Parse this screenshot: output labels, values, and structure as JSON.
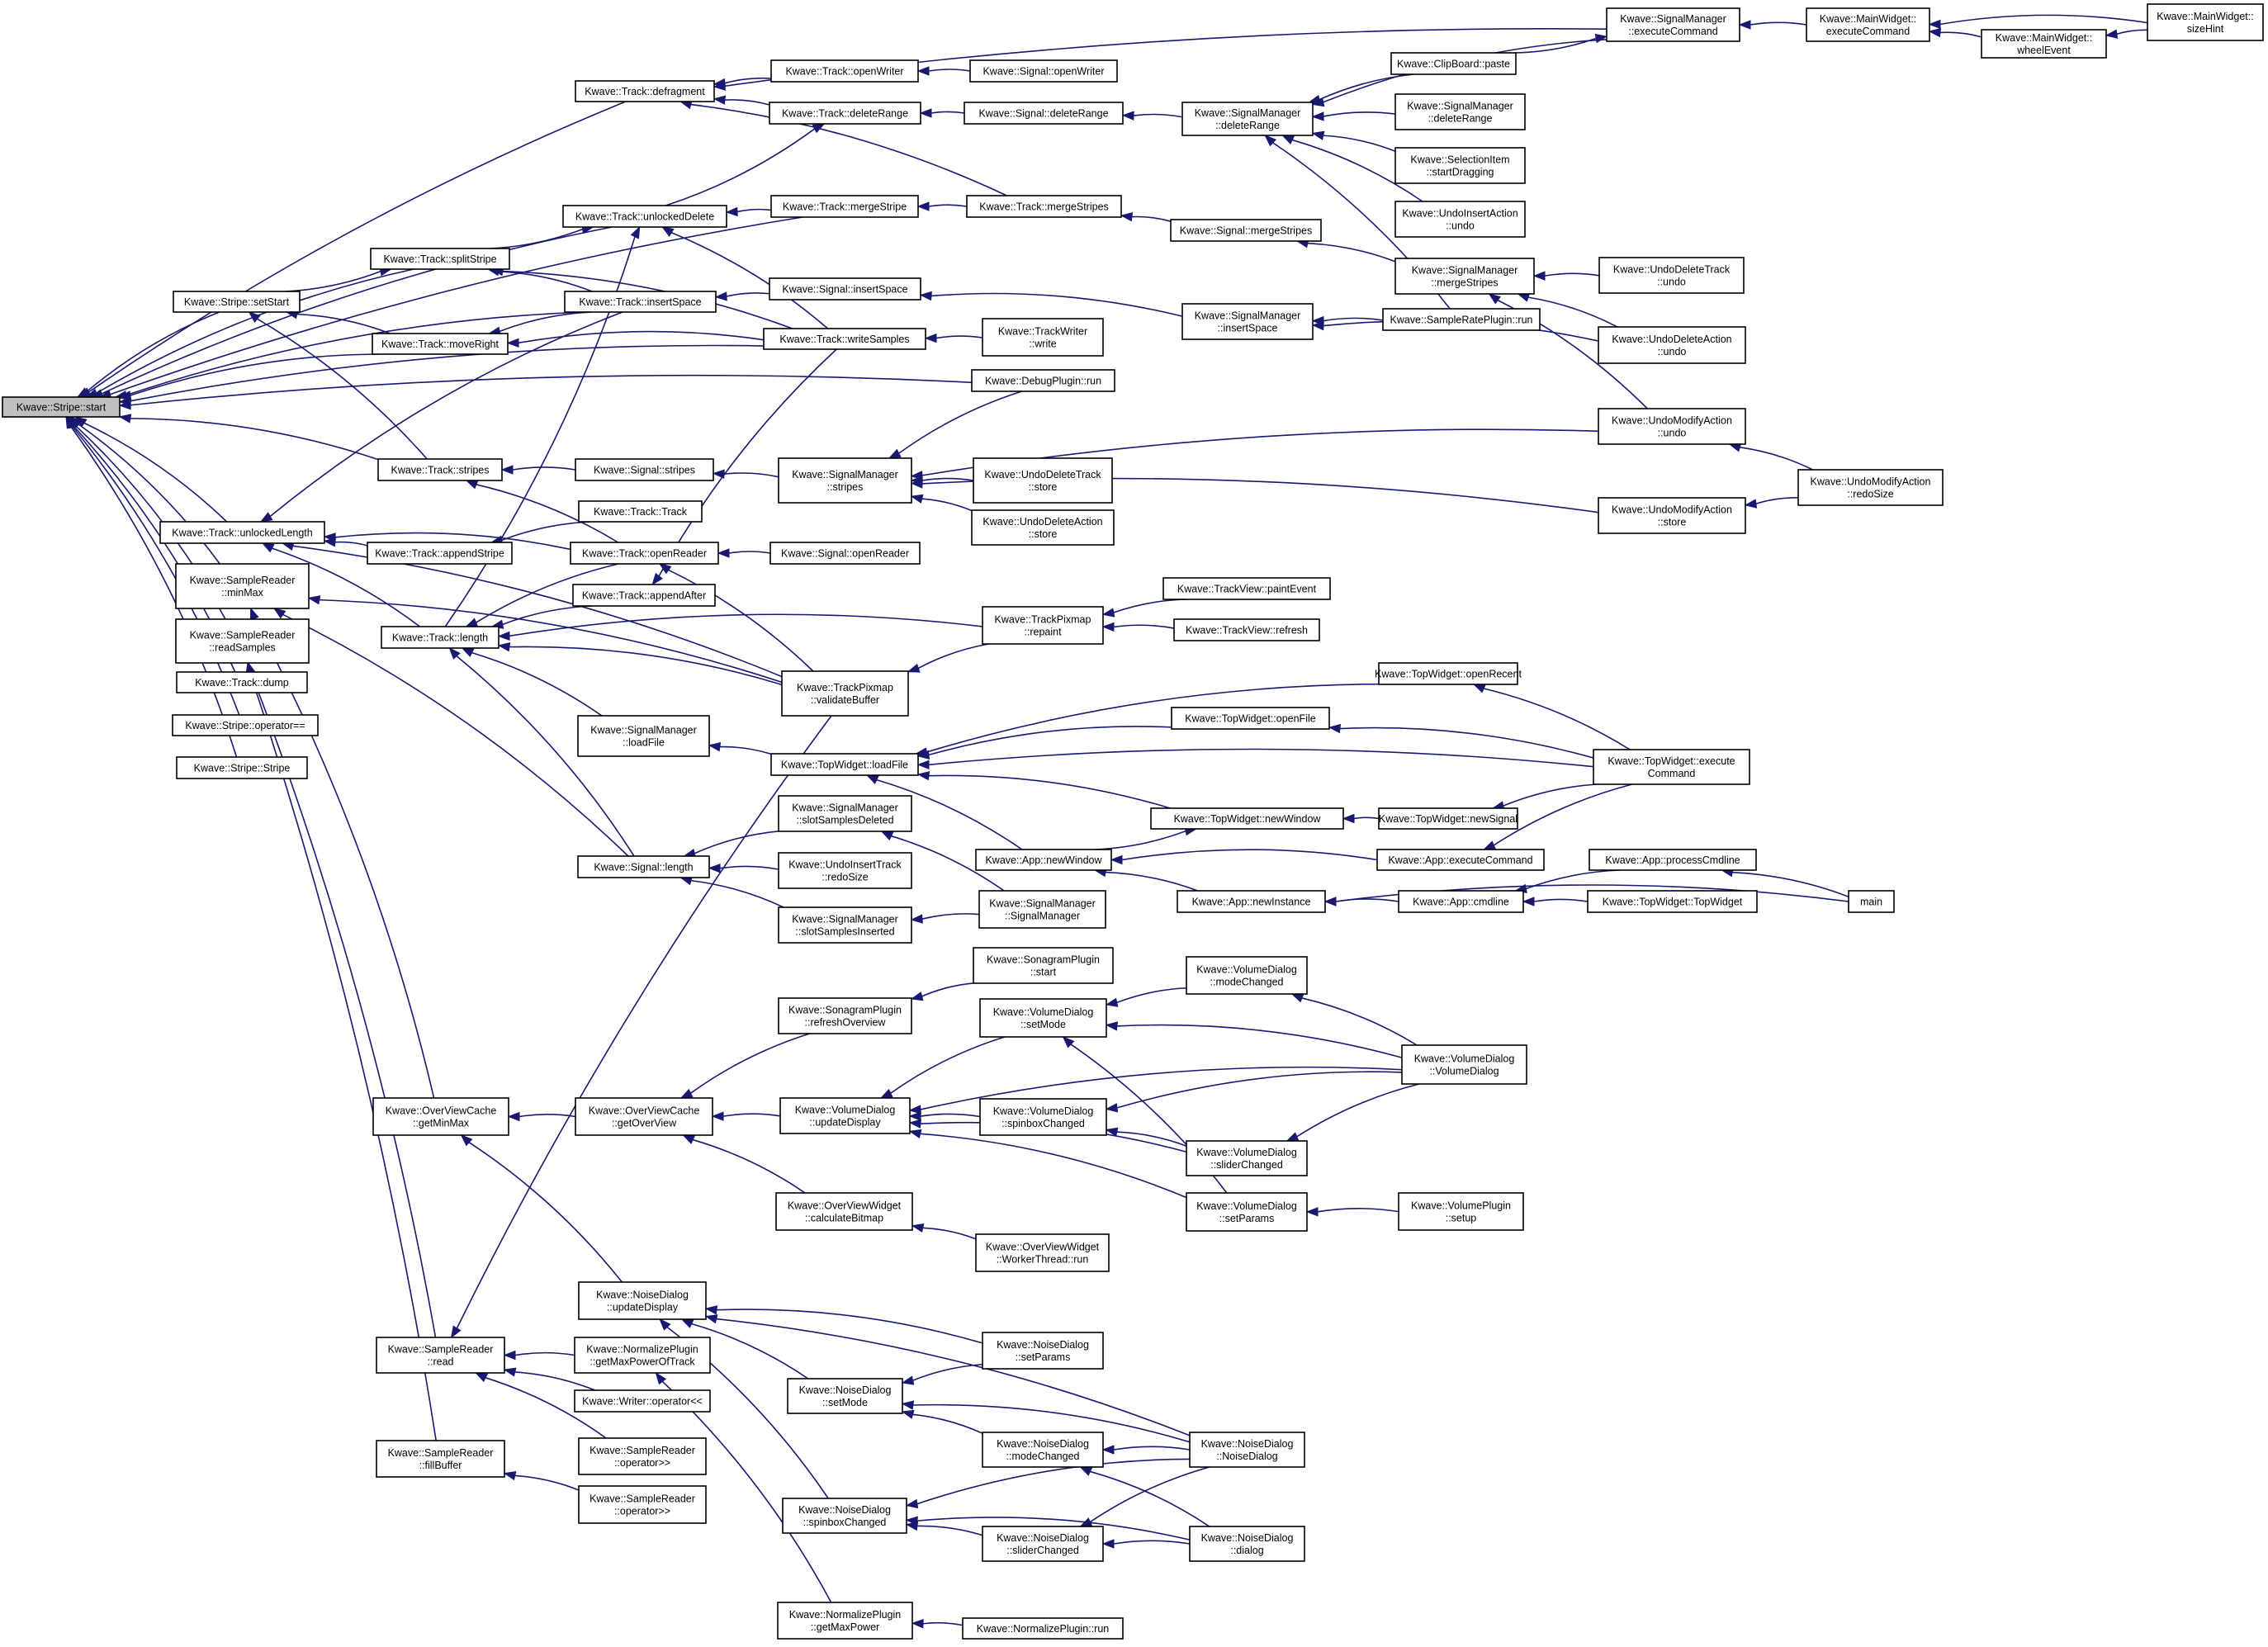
{
  "root": "start",
  "nodes": [
    {
      "id": "start",
      "lines": [
        "Kwave::Stripe::start"
      ]
    },
    {
      "id": "defragment",
      "lines": [
        "Kwave::Track::defragment"
      ]
    },
    {
      "id": "unlockedDelete",
      "lines": [
        "Kwave::Track::unlockedDelete"
      ]
    },
    {
      "id": "splitStripe",
      "lines": [
        "Kwave::Track::splitStripe"
      ]
    },
    {
      "id": "setStart",
      "lines": [
        "Kwave::Stripe::setStart"
      ]
    },
    {
      "id": "insertSpaceT",
      "lines": [
        "Kwave::Track::insertSpace"
      ]
    },
    {
      "id": "moveRight",
      "lines": [
        "Kwave::Track::moveRight"
      ]
    },
    {
      "id": "stripesT",
      "lines": [
        "Kwave::Track::stripes"
      ]
    },
    {
      "id": "unlockedLength",
      "lines": [
        "Kwave::Track::unlockedLength"
      ]
    },
    {
      "id": "appendStripe",
      "lines": [
        "Kwave::Track::appendStripe"
      ]
    },
    {
      "id": "trackTrack",
      "lines": [
        "Kwave::Track::Track"
      ]
    },
    {
      "id": "openReaderT",
      "lines": [
        "Kwave::Track::openReader"
      ]
    },
    {
      "id": "minMax",
      "lines": [
        "Kwave::SampleReader",
        "::minMax"
      ]
    },
    {
      "id": "appendAfter",
      "lines": [
        "Kwave::Track::appendAfter"
      ]
    },
    {
      "id": "lengthT",
      "lines": [
        "Kwave::Track::length"
      ]
    },
    {
      "id": "readSamples",
      "lines": [
        "Kwave::SampleReader",
        "::readSamples"
      ]
    },
    {
      "id": "dump",
      "lines": [
        "Kwave::Track::dump"
      ]
    },
    {
      "id": "opEq",
      "lines": [
        "Kwave::Stripe::operator=="
      ]
    },
    {
      "id": "stripeCtor",
      "lines": [
        "Kwave::Stripe::Stripe"
      ]
    },
    {
      "id": "openWriterT",
      "lines": [
        "Kwave::Track::openWriter"
      ]
    },
    {
      "id": "openWriterS",
      "lines": [
        "Kwave::Signal::openWriter"
      ]
    },
    {
      "id": "deleteRangeT",
      "lines": [
        "Kwave::Track::deleteRange"
      ]
    },
    {
      "id": "deleteRangeS",
      "lines": [
        "Kwave::Signal::deleteRange"
      ]
    },
    {
      "id": "mergeStripeT",
      "lines": [
        "Kwave::Track::mergeStripe"
      ]
    },
    {
      "id": "mergeStripesT",
      "lines": [
        "Kwave::Track::mergeStripes"
      ]
    },
    {
      "id": "mergeStripesS",
      "lines": [
        "Kwave::Signal::mergeStripes"
      ]
    },
    {
      "id": "insertSpaceS",
      "lines": [
        "Kwave::Signal::insertSpace"
      ]
    },
    {
      "id": "writeSamples",
      "lines": [
        "Kwave::Track::writeSamples"
      ]
    },
    {
      "id": "twWrite",
      "lines": [
        "Kwave::TrackWriter",
        "::write"
      ]
    },
    {
      "id": "debugRun",
      "lines": [
        "Kwave::DebugPlugin::run"
      ]
    },
    {
      "id": "stripesS",
      "lines": [
        "Kwave::Signal::stripes"
      ]
    },
    {
      "id": "smStripes",
      "lines": [
        "Kwave::SignalManager",
        "::stripes"
      ]
    },
    {
      "id": "udtStore",
      "lines": [
        "Kwave::UndoDeleteTrack",
        "::store"
      ]
    },
    {
      "id": "udaStore",
      "lines": [
        "Kwave::UndoDeleteAction",
        "::store"
      ]
    },
    {
      "id": "openReaderS",
      "lines": [
        "Kwave::Signal::openReader"
      ]
    },
    {
      "id": "tpRepaint",
      "lines": [
        "Kwave::TrackPixmap",
        "::repaint"
      ]
    },
    {
      "id": "tvPaint",
      "lines": [
        "Kwave::TrackView::paintEvent"
      ]
    },
    {
      "id": "tvRefresh",
      "lines": [
        "Kwave::TrackView::refresh"
      ]
    },
    {
      "id": "tpValidate",
      "lines": [
        "Kwave::TrackPixmap",
        "::validateBuffer"
      ]
    },
    {
      "id": "smLoadFile",
      "lines": [
        "Kwave::SignalManager",
        "::loadFile"
      ]
    },
    {
      "id": "twLoadFile",
      "lines": [
        "Kwave::TopWidget::loadFile"
      ]
    },
    {
      "id": "smDeleteRange",
      "lines": [
        "Kwave::SignalManager",
        "::deleteRange"
      ]
    },
    {
      "id": "smExecute",
      "lines": [
        "Kwave::SignalManager",
        "::executeCommand"
      ]
    },
    {
      "id": "mwExecute",
      "lines": [
        "Kwave::MainWidget::",
        "executeCommand"
      ]
    },
    {
      "id": "mwSizeHint",
      "lines": [
        "Kwave::MainWidget::",
        "sizeHint"
      ]
    },
    {
      "id": "mwWheel",
      "lines": [
        "Kwave::MainWidget::",
        "wheelEvent"
      ]
    },
    {
      "id": "clipPaste",
      "lines": [
        "Kwave::ClipBoard::paste"
      ]
    },
    {
      "id": "smDeleteRange2",
      "lines": [
        "Kwave::SignalManager",
        "::deleteRange"
      ]
    },
    {
      "id": "selStartDrag",
      "lines": [
        "Kwave::SelectionItem",
        "::startDragging"
      ]
    },
    {
      "id": "uiaUndo",
      "lines": [
        "Kwave::UndoInsertAction",
        "::undo"
      ]
    },
    {
      "id": "smMergeStripes",
      "lines": [
        "Kwave::SignalManager",
        "::mergeStripes"
      ]
    },
    {
      "id": "udtUndo",
      "lines": [
        "Kwave::UndoDeleteTrack",
        "::undo"
      ]
    },
    {
      "id": "smInsertSpace",
      "lines": [
        "Kwave::SignalManager",
        "::insertSpace"
      ]
    },
    {
      "id": "srRun",
      "lines": [
        "Kwave::SampleRatePlugin::run"
      ]
    },
    {
      "id": "udaUndo",
      "lines": [
        "Kwave::UndoDeleteAction",
        "::undo"
      ]
    },
    {
      "id": "umaUndo",
      "lines": [
        "Kwave::UndoModifyAction",
        "::undo"
      ]
    },
    {
      "id": "umaRedoSize",
      "lines": [
        "Kwave::UndoModifyAction",
        "::redoSize"
      ]
    },
    {
      "id": "umaStore",
      "lines": [
        "Kwave::UndoModifyAction",
        "::store"
      ]
    },
    {
      "id": "twOpenRecent",
      "lines": [
        "Kwave::TopWidget::openRecent"
      ]
    },
    {
      "id": "twOpenFile",
      "lines": [
        "Kwave::TopWidget::openFile"
      ]
    },
    {
      "id": "twExecute",
      "lines": [
        "Kwave::TopWidget::execute",
        "Command"
      ]
    },
    {
      "id": "twNewWindow",
      "lines": [
        "Kwave::TopWidget::newWindow"
      ]
    },
    {
      "id": "twNewSignal",
      "lines": [
        "Kwave::TopWidget::newSignal"
      ]
    },
    {
      "id": "appNewWindow",
      "lines": [
        "Kwave::App::newWindow"
      ]
    },
    {
      "id": "appExecute",
      "lines": [
        "Kwave::App::executeCommand"
      ]
    },
    {
      "id": "appNewInstance",
      "lines": [
        "Kwave::App::newInstance"
      ]
    },
    {
      "id": "appCmdline",
      "lines": [
        "Kwave::App::cmdline"
      ]
    },
    {
      "id": "appProcessCmdline",
      "lines": [
        "Kwave::App::processCmdline"
      ]
    },
    {
      "id": "twTopWidget",
      "lines": [
        "Kwave::TopWidget::TopWidget"
      ]
    },
    {
      "id": "main",
      "lines": [
        "main"
      ]
    },
    {
      "id": "smSlotDeleted",
      "lines": [
        "Kwave::SignalManager",
        "::slotSamplesDeleted"
      ]
    },
    {
      "id": "uitRedoSize",
      "lines": [
        "Kwave::UndoInsertTrack",
        "::redoSize"
      ]
    },
    {
      "id": "smSlotInserted",
      "lines": [
        "Kwave::SignalManager",
        "::slotSamplesInserted"
      ]
    },
    {
      "id": "smCtor",
      "lines": [
        "Kwave::SignalManager",
        "::SignalManager"
      ]
    },
    {
      "id": "lengthS",
      "lines": [
        "Kwave::Signal::length"
      ]
    },
    {
      "id": "sgStart",
      "lines": [
        "Kwave::SonagramPlugin",
        "::start"
      ]
    },
    {
      "id": "sgRefresh",
      "lines": [
        "Kwave::SonagramPlugin",
        "::refreshOverview"
      ]
    },
    {
      "id": "ovcGetMinMax",
      "lines": [
        "Kwave::OverViewCache",
        "::getMinMax"
      ]
    },
    {
      "id": "ovcGetOverView",
      "lines": [
        "Kwave::OverViewCache",
        "::getOverView"
      ]
    },
    {
      "id": "vdUpdate",
      "lines": [
        "Kwave::VolumeDialog",
        "::updateDisplay"
      ]
    },
    {
      "id": "vdSetMode",
      "lines": [
        "Kwave::VolumeDialog",
        "::setMode"
      ]
    },
    {
      "id": "vdModeChanged",
      "lines": [
        "Kwave::VolumeDialog",
        "::modeChanged"
      ]
    },
    {
      "id": "vdCtor",
      "lines": [
        "Kwave::VolumeDialog",
        "::VolumeDialog"
      ]
    },
    {
      "id": "vdSpinbox",
      "lines": [
        "Kwave::VolumeDialog",
        "::spinboxChanged"
      ]
    },
    {
      "id": "vdSlider",
      "lines": [
        "Kwave::VolumeDialog",
        "::sliderChanged"
      ]
    },
    {
      "id": "vdSetParams",
      "lines": [
        "Kwave::VolumeDialog",
        "::setParams"
      ]
    },
    {
      "id": "vpSetup",
      "lines": [
        "Kwave::VolumePlugin",
        "::setup"
      ]
    },
    {
      "id": "owCalc",
      "lines": [
        "Kwave::OverViewWidget",
        "::calculateBitmap"
      ]
    },
    {
      "id": "owRun",
      "lines": [
        "Kwave::OverViewWidget",
        "::WorkerThread::run"
      ]
    },
    {
      "id": "ndUpdate",
      "lines": [
        "Kwave::NoiseDialog",
        "::updateDisplay"
      ]
    },
    {
      "id": "ndSetParams",
      "lines": [
        "Kwave::NoiseDialog",
        "::setParams"
      ]
    },
    {
      "id": "ndSetMode",
      "lines": [
        "Kwave::NoiseDialog",
        "::setMode"
      ]
    },
    {
      "id": "ndModeChanged",
      "lines": [
        "Kwave::NoiseDialog",
        "::modeChanged"
      ]
    },
    {
      "id": "ndCtor",
      "lines": [
        "Kwave::NoiseDialog",
        "::NoiseDialog"
      ]
    },
    {
      "id": "ndSpinbox",
      "lines": [
        "Kwave::NoiseDialog",
        "::spinboxChanged"
      ]
    },
    {
      "id": "ndSlider",
      "lines": [
        "Kwave::NoiseDialog",
        "::sliderChanged"
      ]
    },
    {
      "id": "ndDialog",
      "lines": [
        "Kwave::NoiseDialog",
        "::dialog"
      ]
    },
    {
      "id": "srRead",
      "lines": [
        "Kwave::SampleReader",
        "::read"
      ]
    },
    {
      "id": "npGetMaxPowerTrack",
      "lines": [
        "Kwave::NormalizePlugin",
        "::getMaxPowerOfTrack"
      ]
    },
    {
      "id": "writerOp",
      "lines": [
        "Kwave::Writer::operator<<"
      ]
    },
    {
      "id": "srOp1",
      "lines": [
        "Kwave::SampleReader",
        "::operator>>"
      ]
    },
    {
      "id": "srFill",
      "lines": [
        "Kwave::SampleReader",
        "::fillBuffer"
      ]
    },
    {
      "id": "srOp2",
      "lines": [
        "Kwave::SampleReader",
        "::operator>>"
      ]
    },
    {
      "id": "npGetMaxPower",
      "lines": [
        "Kwave::NormalizePlugin",
        "::getMaxPower"
      ]
    },
    {
      "id": "npRun",
      "lines": [
        "Kwave::NormalizePlugin::run"
      ]
    }
  ],
  "edges": [
    [
      "defragment",
      "start"
    ],
    [
      "unlockedDelete",
      "start"
    ],
    [
      "splitStripe",
      "start"
    ],
    [
      "setStart",
      "start"
    ],
    [
      "insertSpaceT",
      "start"
    ],
    [
      "moveRight",
      "start"
    ],
    [
      "writeSamples",
      "start"
    ],
    [
      "debugRun",
      "start"
    ],
    [
      "stripesT",
      "start"
    ],
    [
      "unlockedLength",
      "start"
    ],
    [
      "minMax",
      "start"
    ],
    [
      "readSamples",
      "start"
    ],
    [
      "dump",
      "start"
    ],
    [
      "opEq",
      "start"
    ],
    [
      "stripeCtor",
      "start"
    ],
    [
      "mergeStripeT",
      "start"
    ],
    [
      "openWriterT",
      "defragment"
    ],
    [
      "deleteRangeT",
      "defragment"
    ],
    [
      "mergeStripesT",
      "defragment"
    ],
    [
      "openWriterS",
      "openWriterT"
    ],
    [
      "deleteRangeS",
      "deleteRangeT"
    ],
    [
      "smDeleteRange",
      "deleteRangeS"
    ],
    [
      "smExecute",
      "smDeleteRange"
    ],
    [
      "clipPaste",
      "smDeleteRange"
    ],
    [
      "smDeleteRange2",
      "smDeleteRange"
    ],
    [
      "selStartDrag",
      "smDeleteRange"
    ],
    [
      "uiaUndo",
      "smDeleteRange"
    ],
    [
      "srRun",
      "smDeleteRange"
    ],
    [
      "mwExecute",
      "smExecute"
    ],
    [
      "mwSizeHint",
      "mwExecute"
    ],
    [
      "mwWheel",
      "mwExecute"
    ],
    [
      "mwSizeHint",
      "mwWheel"
    ],
    [
      "smExecute",
      "defragment"
    ],
    [
      "clipPaste",
      "smExecute"
    ],
    [
      "unlockedDelete",
      "deleteRangeT"
    ],
    [
      "mergeStripeT",
      "unlockedDelete"
    ],
    [
      "writeSamples",
      "unlockedDelete"
    ],
    [
      "mergeStripesT",
      "mergeStripeT"
    ],
    [
      "mergeStripesS",
      "mergeStripesT"
    ],
    [
      "smMergeStripes",
      "mergeStripesS"
    ],
    [
      "udtUndo",
      "smMergeStripes"
    ],
    [
      "udaUndo",
      "smMergeStripes"
    ],
    [
      "umaUndo",
      "smMergeStripes"
    ],
    [
      "splitStripe",
      "unlockedDelete"
    ],
    [
      "setStart",
      "splitStripe"
    ],
    [
      "insertSpaceT",
      "splitStripe"
    ],
    [
      "writeSamples",
      "splitStripe"
    ],
    [
      "insertSpaceS",
      "insertSpaceT"
    ],
    [
      "smInsertSpace",
      "insertSpaceS"
    ],
    [
      "srRun",
      "smInsertSpace"
    ],
    [
      "udaUndo",
      "smInsertSpace"
    ],
    [
      "moveRight",
      "setStart"
    ],
    [
      "stripesT",
      "setStart"
    ],
    [
      "insertSpaceT",
      "moveRight"
    ],
    [
      "writeSamples",
      "moveRight"
    ],
    [
      "twWrite",
      "writeSamples"
    ],
    [
      "stripesS",
      "stripesT"
    ],
    [
      "smStripes",
      "stripesS"
    ],
    [
      "debugRun",
      "smStripes"
    ],
    [
      "umaUndo",
      "smStripes"
    ],
    [
      "udtStore",
      "smStripes"
    ],
    [
      "udaStore",
      "smStripes"
    ],
    [
      "umaStore",
      "smStripes"
    ],
    [
      "umaRedoSize",
      "umaUndo"
    ],
    [
      "umaRedoSize",
      "umaStore"
    ],
    [
      "appendStripe",
      "unlockedLength"
    ],
    [
      "openReaderT",
      "unlockedLength"
    ],
    [
      "lengthT",
      "unlockedLength"
    ],
    [
      "insertSpaceT",
      "unlockedLength"
    ],
    [
      "tpValidate",
      "unlockedLength"
    ],
    [
      "openReaderT",
      "stripesT"
    ],
    [
      "trackTrack",
      "appendStripe"
    ],
    [
      "openReaderS",
      "openReaderT"
    ],
    [
      "tpValidate",
      "openReaderT"
    ],
    [
      "writeSamples",
      "appendAfter"
    ],
    [
      "lengthT",
      "unlockedDelete"
    ],
    [
      "appendAfter",
      "lengthT"
    ],
    [
      "openReaderT",
      "lengthT"
    ],
    [
      "tpRepaint",
      "lengthT"
    ],
    [
      "tpValidate",
      "lengthT"
    ],
    [
      "smLoadFile",
      "lengthT"
    ],
    [
      "lengthS",
      "lengthT"
    ],
    [
      "tvPaint",
      "tpRepaint"
    ],
    [
      "tvRefresh",
      "tpRepaint"
    ],
    [
      "tpRepaint",
      "tpValidate"
    ],
    [
      "twLoadFile",
      "smLoadFile"
    ],
    [
      "twOpenRecent",
      "twLoadFile"
    ],
    [
      "twOpenFile",
      "twLoadFile"
    ],
    [
      "twExecute",
      "twLoadFile"
    ],
    [
      "twExecute",
      "twOpenRecent"
    ],
    [
      "twExecute",
      "twOpenFile"
    ],
    [
      "twNewWindow",
      "twLoadFile"
    ],
    [
      "appNewWindow",
      "twLoadFile"
    ],
    [
      "twNewSignal",
      "twNewWindow"
    ],
    [
      "twExecute",
      "twNewSignal"
    ],
    [
      "appNewWindow",
      "twNewWindow"
    ],
    [
      "appExecute",
      "appNewWindow"
    ],
    [
      "appNewInstance",
      "appNewWindow"
    ],
    [
      "twExecute",
      "appExecute"
    ],
    [
      "appCmdline",
      "appNewInstance"
    ],
    [
      "main",
      "appNewInstance"
    ],
    [
      "twTopWidget",
      "appCmdline"
    ],
    [
      "appProcessCmdline",
      "appCmdline"
    ],
    [
      "main",
      "appProcessCmdline"
    ],
    [
      "smSlotDeleted",
      "lengthS"
    ],
    [
      "uitRedoSize",
      "lengthS"
    ],
    [
      "smSlotInserted",
      "lengthS"
    ],
    [
      "smCtor",
      "smSlotDeleted"
    ],
    [
      "smCtor",
      "smSlotInserted"
    ],
    [
      "ovcGetMinMax",
      "minMax"
    ],
    [
      "ovcGetOverView",
      "ovcGetMinMax"
    ],
    [
      "sgRefresh",
      "ovcGetOverView"
    ],
    [
      "sgStart",
      "sgRefresh"
    ],
    [
      "vdUpdate",
      "ovcGetOverView"
    ],
    [
      "owCalc",
      "ovcGetOverView"
    ],
    [
      "owRun",
      "owCalc"
    ],
    [
      "vdSetMode",
      "vdUpdate"
    ],
    [
      "vdSpinbox",
      "vdUpdate"
    ],
    [
      "vdSlider",
      "vdUpdate"
    ],
    [
      "vdSetParams",
      "vdUpdate"
    ],
    [
      "vdCtor",
      "vdUpdate"
    ],
    [
      "vdModeChanged",
      "vdSetMode"
    ],
    [
      "vdCtor",
      "vdSetMode"
    ],
    [
      "vdSetParams",
      "vdSetMode"
    ],
    [
      "vdCtor",
      "vdModeChanged"
    ],
    [
      "vdCtor",
      "vdSpinbox"
    ],
    [
      "vdSlider",
      "vdSpinbox"
    ],
    [
      "vdCtor",
      "vdSlider"
    ],
    [
      "vpSetup",
      "vdSetParams"
    ],
    [
      "ndUpdate",
      "ovcGetMinMax"
    ],
    [
      "ndSetParams",
      "ndUpdate"
    ],
    [
      "ndSetMode",
      "ndUpdate"
    ],
    [
      "ndCtor",
      "ndUpdate"
    ],
    [
      "ndSpinbox",
      "ndUpdate"
    ],
    [
      "ndSetParams",
      "ndSetMode"
    ],
    [
      "ndModeChanged",
      "ndSetMode"
    ],
    [
      "ndCtor",
      "ndSetMode"
    ],
    [
      "ndCtor",
      "ndModeChanged"
    ],
    [
      "ndDialog",
      "ndModeChanged"
    ],
    [
      "ndCtor",
      "ndSpinbox"
    ],
    [
      "ndSlider",
      "ndSpinbox"
    ],
    [
      "ndDialog",
      "ndSpinbox"
    ],
    [
      "ndCtor",
      "ndSlider"
    ],
    [
      "ndDialog",
      "ndSlider"
    ],
    [
      "srRead",
      "readSamples"
    ],
    [
      "srFill",
      "readSamples"
    ],
    [
      "tpValidate",
      "srRead"
    ],
    [
      "npGetMaxPowerTrack",
      "srRead"
    ],
    [
      "writerOp",
      "srRead"
    ],
    [
      "srOp1",
      "srRead"
    ],
    [
      "srOp2",
      "srFill"
    ],
    [
      "npGetMaxPower",
      "npGetMaxPowerTrack"
    ],
    [
      "npRun",
      "npGetMaxPower"
    ],
    [
      "lengthS",
      "minMax"
    ],
    [
      "tpValidate",
      "minMax"
    ]
  ]
}
